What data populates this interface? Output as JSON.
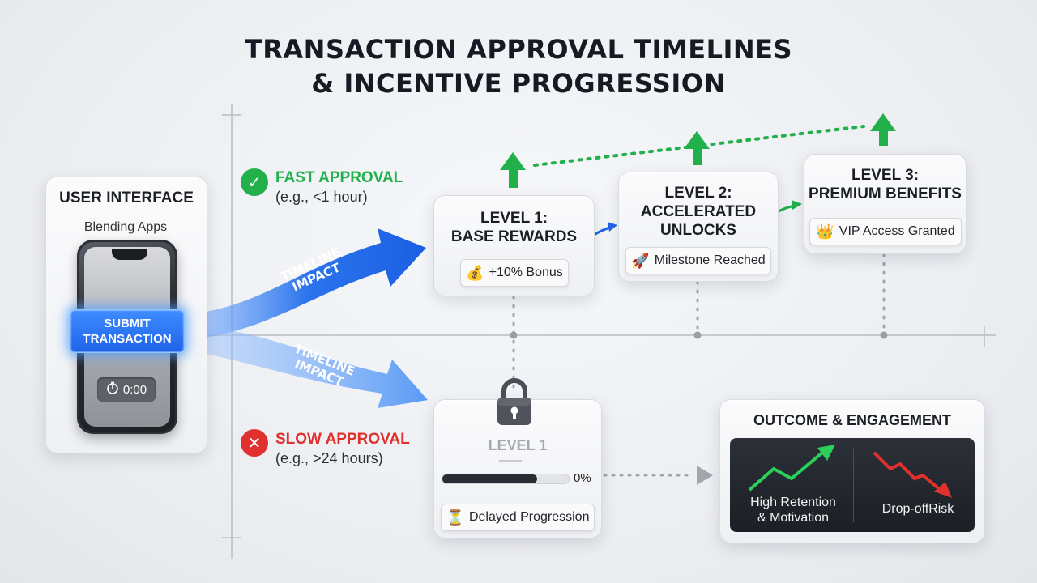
{
  "title": {
    "line1": "TRANSACTION APPROVAL TIMELINES",
    "line2": "& INCENTIVE PROGRESSION"
  },
  "ui_card": {
    "title": "USER INTERFACE",
    "subtitle": "Blending Apps",
    "submit_label_1": "SUBMIT",
    "submit_label_2": "TRANSACTION",
    "timer": "0:00"
  },
  "arrows": {
    "top_label_1": "TIMELINE",
    "top_label_2": "IMPACT",
    "bottom_label_1": "TIMELINE",
    "bottom_label_2": "IMPACT"
  },
  "fast": {
    "heading": "FAST APPROVAL",
    "detail": "(e.g., <1  hour)"
  },
  "slow": {
    "heading": "SLOW APPROVAL",
    "detail": "(e.g., >24 hours)"
  },
  "levels": [
    {
      "title_1": "LEVEL 1:",
      "title_2": "BASE REWARDS",
      "badge": "+10% Bonus",
      "icon": "coins-icon"
    },
    {
      "title_1": "LEVEL 2:",
      "title_2": "ACCELERATED",
      "title_3": "UNLOCKS",
      "badge": "Milestone Reached",
      "icon": "rocket-icon"
    },
    {
      "title_1": "LEVEL 3:",
      "title_2": "PREMIUM BENEFITS",
      "badge": "VIP Access Granted",
      "icon": "crown-icon"
    }
  ],
  "locked": {
    "title": "LEVEL 1",
    "progress_pct": 75,
    "progress_label": "0%",
    "badge": "Delayed Progression",
    "icon": "hourglass-icon"
  },
  "outcome": {
    "title": "OUTCOME & ENGAGEMENT",
    "positive_1": "High Retention",
    "positive_2": "& Motivation",
    "negative": "Drop-offRisk"
  },
  "colors": {
    "fast": "#22b04b",
    "slow": "#e0312f",
    "arrow_blue": "#1f66e6",
    "arrow_light": "#5c9bf6",
    "up_arrow": "#22b04b"
  }
}
